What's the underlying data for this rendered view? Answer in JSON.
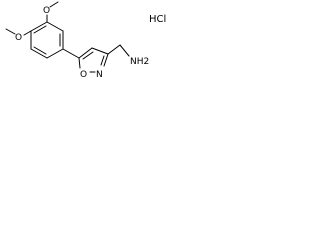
{
  "molecule": {
    "atoms": {
      "o_top": "O",
      "o_left": "O",
      "o_ring": "O",
      "n_ring": "N",
      "amine": "NH2"
    },
    "salt": "HCl"
  }
}
